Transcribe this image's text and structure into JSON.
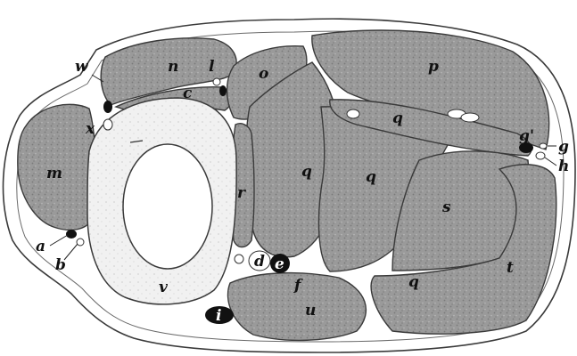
{
  "figure": {
    "labels": {
      "a": "a",
      "b": "b",
      "c": "c",
      "d": "d",
      "e": "e",
      "f": "f",
      "g": "g",
      "g_prime": "g'",
      "h": "h",
      "i": "i",
      "l": "l",
      "m": "m",
      "n": "n",
      "o": "o",
      "p": "p",
      "q1": "q",
      "q2": "q",
      "q3": "q",
      "q4": "q",
      "r": "r",
      "s": "s",
      "t": "t",
      "u": "u",
      "v": "v",
      "w": "w",
      "x": "x"
    }
  }
}
